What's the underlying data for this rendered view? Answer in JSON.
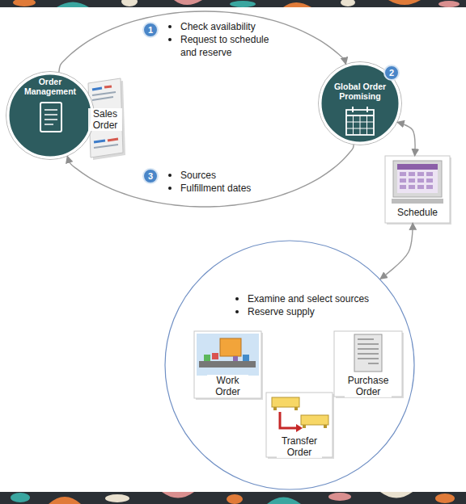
{
  "diagram": {
    "nodes": [
      {
        "text": [
          "Order Management"
        ]
      },
      {
        "text": [
          "Sales Order"
        ]
      },
      {
        "text": [
          "Global Order Promising"
        ]
      },
      {
        "text": [
          "Schedule"
        ]
      },
      {
        "text": [
          "Examine and select sources",
          "Reserve supply"
        ]
      },
      {
        "text": [
          "Work Order"
        ],
        "in": 4
      },
      {
        "text": [
          "Transfer Order"
        ],
        "in": 4
      },
      {
        "text": [
          "Purchase Order"
        ],
        "in": 4
      }
    ],
    "edges": [
      {
        "from": 0,
        "to": 2,
        "arrow": "to"
      },
      {
        "from": 2,
        "to": 0,
        "arrow": "to"
      },
      {
        "from": 2,
        "to": 3,
        "arrow": "both"
      },
      {
        "from": 3,
        "to": 4,
        "arrow": "both"
      }
    ],
    "labels": [
      "1",
      "Check availability",
      "Request to schedule and reserve",
      "2",
      "3",
      "Sources",
      "Fulfillment dates"
    ]
  }
}
